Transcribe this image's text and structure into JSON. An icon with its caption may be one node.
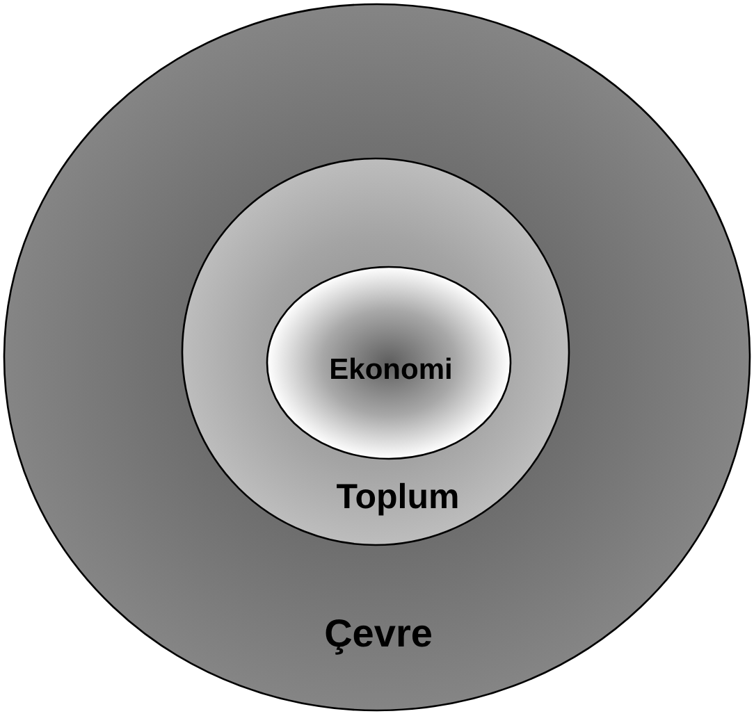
{
  "diagram": {
    "nodes": [
      {
        "text": [
          "Çevre"
        ]
      },
      {
        "text": [
          "Toplum"
        ],
        "in": 0
      },
      {
        "text": [
          "Ekonomi"
        ],
        "in": 1
      }
    ]
  }
}
